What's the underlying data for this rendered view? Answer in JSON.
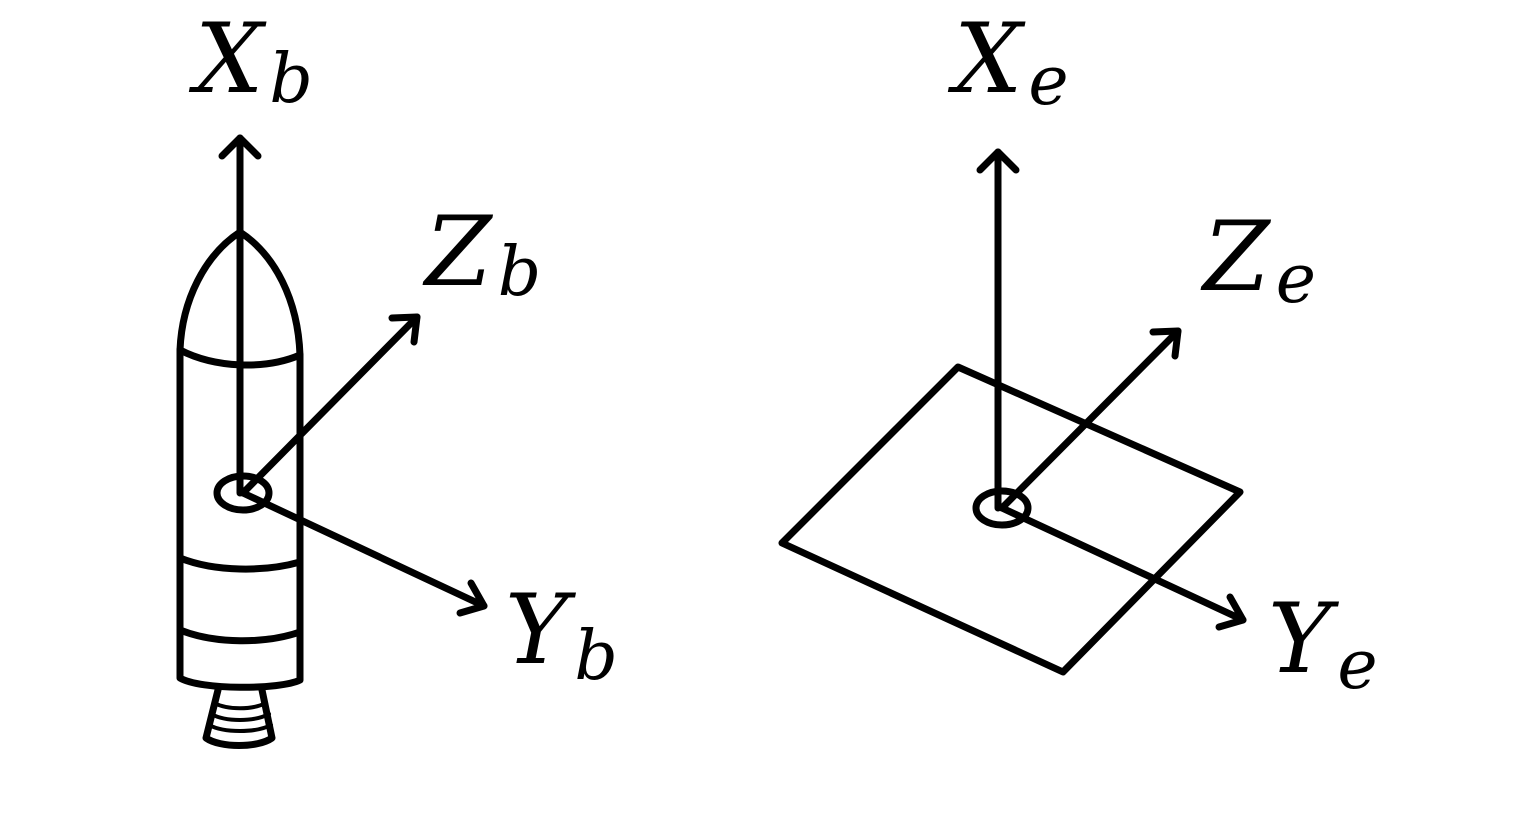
{
  "frames": {
    "body": {
      "axes": [
        {
          "id": "x",
          "main": "X",
          "sub": "b"
        },
        {
          "id": "z",
          "main": "Z",
          "sub": "b"
        },
        {
          "id": "y",
          "main": "Y",
          "sub": "b"
        }
      ]
    },
    "earth": {
      "axes": [
        {
          "id": "x",
          "main": "X",
          "sub": "e"
        },
        {
          "id": "z",
          "main": "Z",
          "sub": "e"
        },
        {
          "id": "y",
          "main": "Y",
          "sub": "e"
        }
      ]
    }
  },
  "colors": {
    "ink": "#000000",
    "background": "#ffffff"
  }
}
